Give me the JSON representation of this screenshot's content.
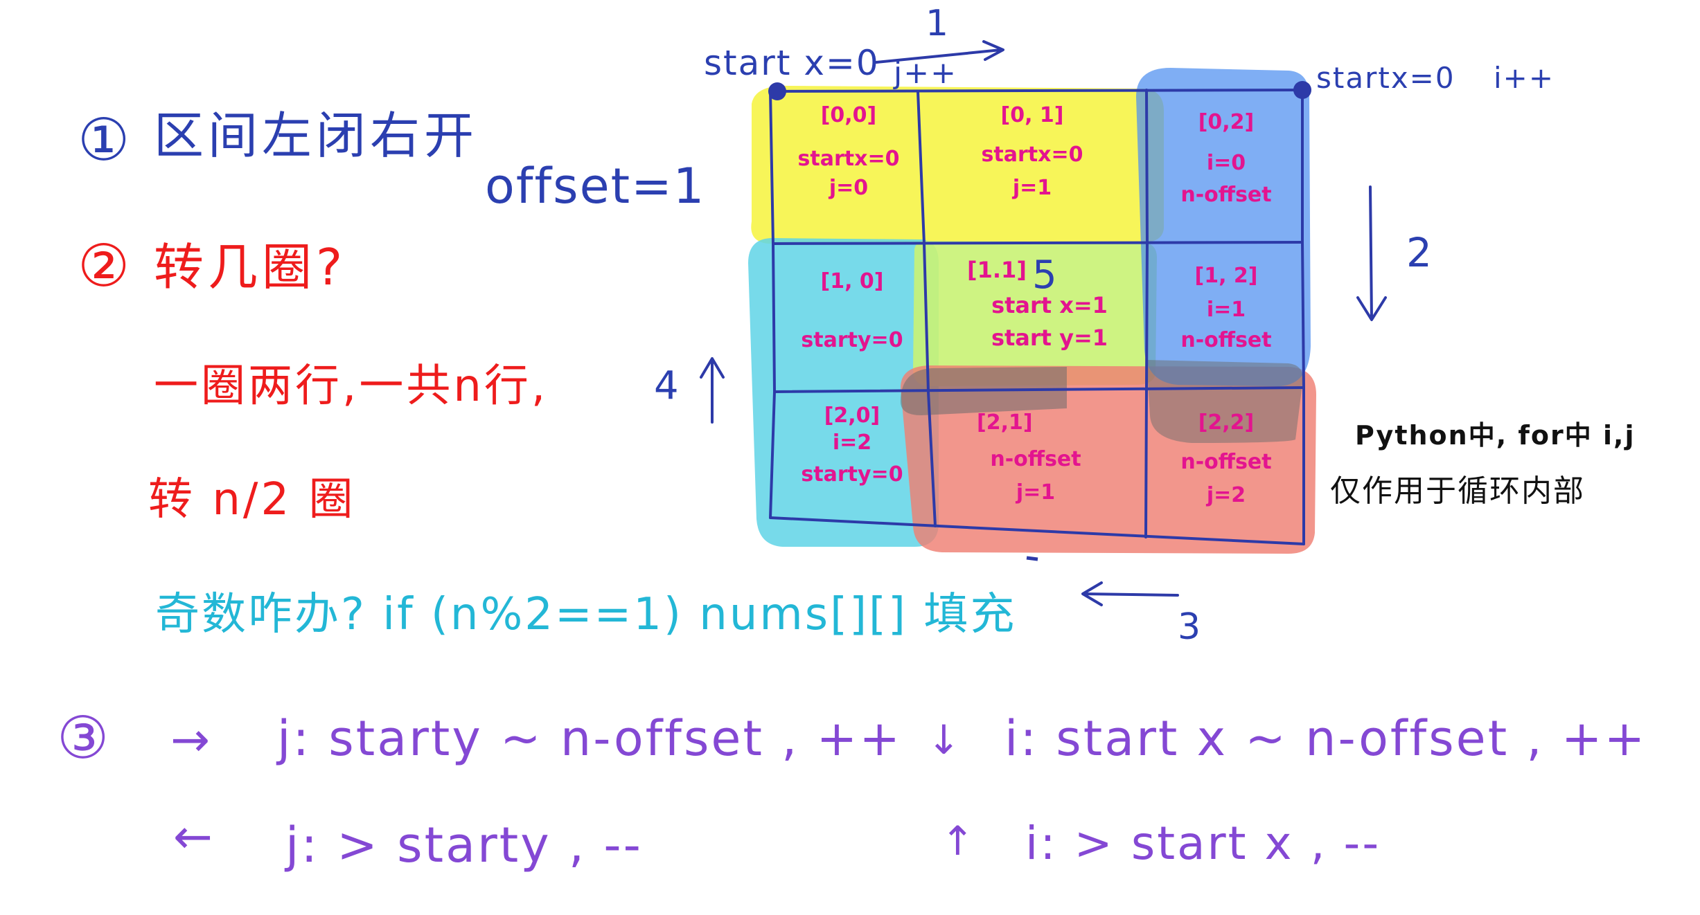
{
  "notes": {
    "item1_marker": "①",
    "item1_text": "区间左闭右开",
    "offset": "offset=1",
    "item2_marker": "②",
    "item2_text": "转几圈?",
    "rows_note": "一圈两行,一共n行,",
    "turns_note": "转 n/2 圈",
    "odd_note": "奇数咋办? if (n%2==1) nums[][] 填充",
    "item3_marker": "③",
    "rule1_arrow": "→",
    "rule1_text": "j: starty ~ n-offset , ++",
    "rule2_arrow": "↓",
    "rule2_text": "i: start x ~ n-offset , ++",
    "rule3_arrow": "←",
    "rule3_text": "j:  > starty , --",
    "rule4_arrow": "↑",
    "rule4_text": "i:  > start x , --",
    "python_note_line1": "Python中, for中 i,j",
    "python_note_line2": "仅作用于循环内部"
  },
  "grid_labels": {
    "top_left_start": "start x=0",
    "top_arrow_num": "1",
    "top_arrow_text": "j++",
    "top_right_start": "startx=0",
    "top_right_iter": "i++",
    "right_num": "2",
    "bottom_num": "3",
    "left_num": "4",
    "center_num": "5"
  },
  "cells": [
    {
      "index": "[0,0]",
      "l1": "startx=0",
      "l2": "j=0"
    },
    {
      "index": "[0, 1]",
      "l1": "startx=0",
      "l2": "j=1"
    },
    {
      "index": "[0,2]",
      "l1": "i=0",
      "l2": "n-offset"
    },
    {
      "index": "[1, 0]",
      "l1": "starty=0",
      "l2": ""
    },
    {
      "index": "[1.1]",
      "l1": "start x=1",
      "l2": "start y=1"
    },
    {
      "index": "[1, 2]",
      "l1": "i=1",
      "l2": "n-offset"
    },
    {
      "index": "[2,0]",
      "l1": "i=2",
      "l2": "starty=0"
    },
    {
      "index": "[2,1]",
      "l1": "n-offset",
      "l2": "j=1"
    },
    {
      "index": "[2,2]",
      "l1": "n-offset",
      "l2": "j=2"
    }
  ],
  "colors": {
    "ink_blue": "#2b3fb0",
    "ink_red": "#ee1c1c",
    "ink_cyan": "#23b7d6",
    "ink_purple": "#8448d4",
    "ink_magenta": "#e3148f",
    "hl_yellow": "#f5f22a",
    "hl_blue": "#4d8ff0",
    "hl_cyan": "#5fd3e6",
    "hl_green": "#c9f274",
    "hl_red": "#ef7f73",
    "hl_gray": "#6b6b6b"
  }
}
